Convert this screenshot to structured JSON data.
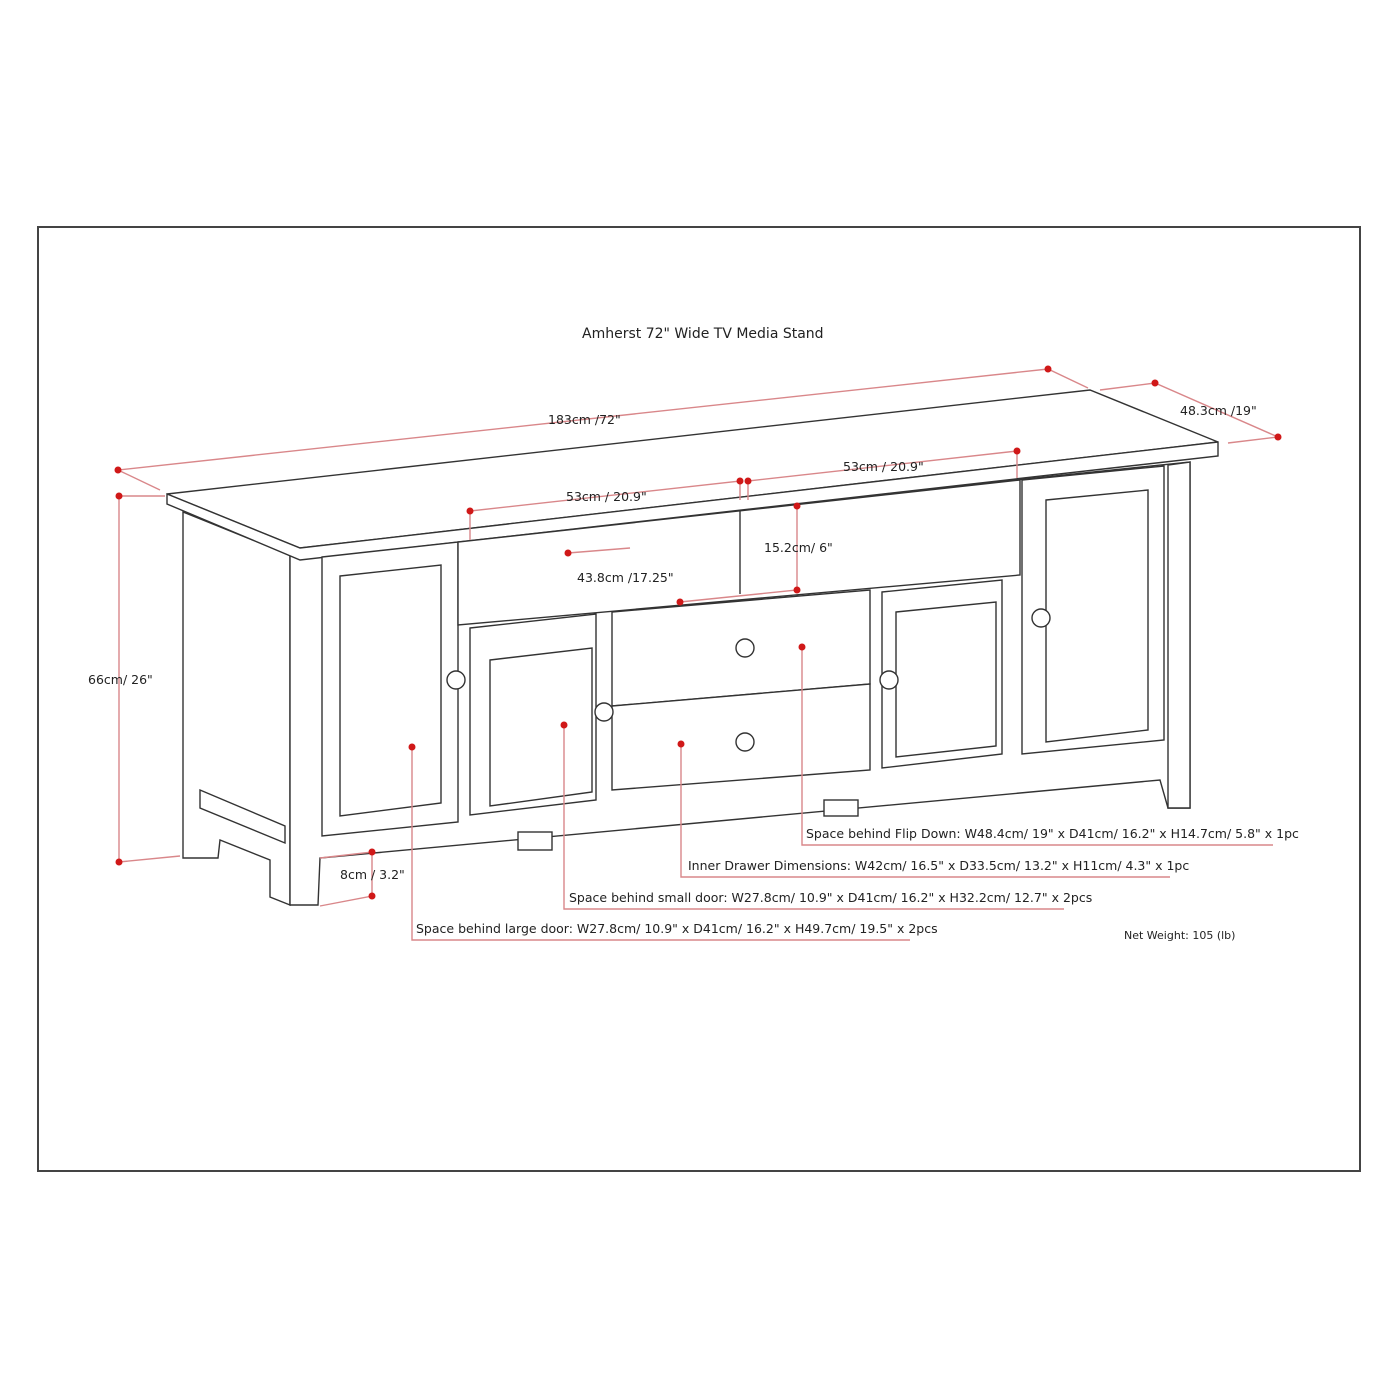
{
  "title": "Amherst 72\" Wide TV Media Stand",
  "dimensions": {
    "width": "183cm /72\"",
    "depth": "48.3cm /19\"",
    "height": "66cm/ 26\"",
    "leg_clearance": "8cm / 3.2\"",
    "shelf_left_width": "53cm / 20.9\"",
    "shelf_right_width": "53cm / 20.9\"",
    "shelf_height": "15.2cm/ 6\"",
    "shelf_depth": "43.8cm /17.25\""
  },
  "callouts": {
    "flip_down": "Space behind Flip Down: W48.4cm/ 19\" x D41cm/ 16.2\" x H14.7cm/ 5.8\" x 1pc",
    "inner_drawer": "Inner Drawer Dimensions: W42cm/ 16.5\" x D33.5cm/ 13.2\" x H11cm/ 4.3\" x 1pc",
    "small_door": "Space behind small door: W27.8cm/ 10.9\" x D41cm/ 16.2\" x H32.2cm/ 12.7\" x 2pcs",
    "large_door": "Space behind large door: W27.8cm/ 10.9\" x D41cm/ 16.2\" x H49.7cm/ 19.5\" x 2pcs"
  },
  "net_weight": "Net Weight: 105 (lb)",
  "colors": {
    "dimension_line": "#d9878a",
    "dimension_dot": "#d01818",
    "outline": "#333333"
  }
}
